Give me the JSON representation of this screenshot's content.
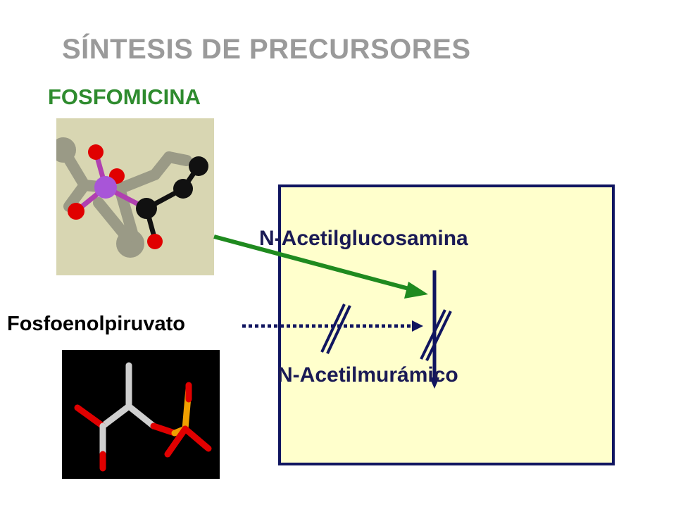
{
  "title": "SÍNTESIS DE PRECURSORES",
  "drug_label": "FOSFOMICINA",
  "pathway": {
    "substrate_top": "N-Acetilglucosamina",
    "product_bottom": "N-Acetilmurámico"
  },
  "substrate_left": "Fosfoenolpiruvato",
  "colors": {
    "title": "#9a9a9a",
    "drug": "#2e8b2e",
    "inhibition_arrow": "#1f8a1f",
    "box_fill": "#ffffcc",
    "box_border": "#101560",
    "flow": "#101560"
  },
  "icons": {
    "fosfomycin_model": "ball-and-stick-molecule",
    "pep_model": "stick-molecule",
    "block_marks": "double-slash-blocked"
  }
}
